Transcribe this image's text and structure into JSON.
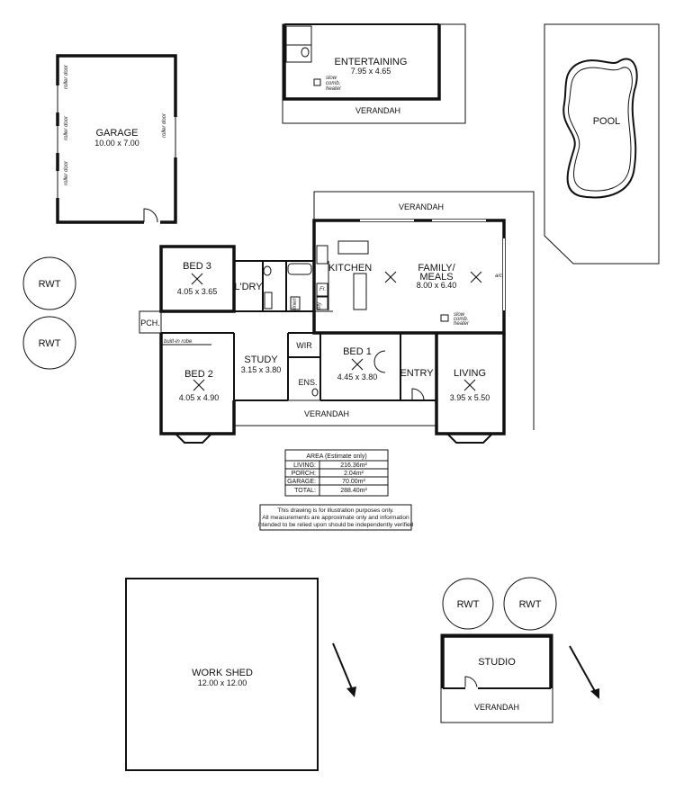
{
  "outbuildings": {
    "garage": {
      "label": "GARAGE",
      "dims": "10.00 x 7.00",
      "door_left_1": "roller door",
      "door_left_2": "roller door",
      "door_left_3": "roller door",
      "door_right": "roller door"
    },
    "entertaining": {
      "label": "ENTERTAINING",
      "dims": "7.95 x 4.65",
      "heater": "slow comb. heater",
      "verandah": "VERANDAH"
    },
    "pool": {
      "label": "POOL"
    },
    "work_shed": {
      "label": "WORK SHED",
      "dims": "12.00 x 12.00"
    },
    "studio": {
      "label": "STUDIO",
      "verandah": "VERANDAH"
    }
  },
  "tanks": {
    "rwt_1": "RWT",
    "rwt_2": "RWT",
    "rwt_3": "RWT",
    "rwt_4": "RWT"
  },
  "house": {
    "verandah_top": "VERANDAH",
    "verandah_bottom": "VERANDAH",
    "bed3": {
      "label": "BED 3",
      "dims": "4.05 x 3.65"
    },
    "ldry": {
      "label": "L'DRY"
    },
    "kitchen": {
      "label": "KITCHEN"
    },
    "family": {
      "label_1": "FAMILY/",
      "label_2": "MEALS",
      "dims": "8.00 x 6.40",
      "alt": "a/c",
      "heater": "slow comb. heater"
    },
    "pantry": "pty",
    "fridge": "Fr.",
    "linen": "linen",
    "porch": "PCH.",
    "builtin_robe": "built-in robe",
    "bed2": {
      "label": "BED 2",
      "dims": "4.05 x 4.90"
    },
    "study": {
      "label": "STUDY",
      "dims": "3.15 x 3.80"
    },
    "wir": "WIR",
    "ens": "ENS.",
    "bed1": {
      "label": "BED 1",
      "dims": "4.45 x 3.80"
    },
    "entry": "ENTRY",
    "living": {
      "label": "LIVING",
      "dims": "3.95 x 5.50"
    }
  },
  "area_table": {
    "title": "AREA (Estimate only)",
    "rows": [
      {
        "label": "LIVING:",
        "value": "216.36m²"
      },
      {
        "label": "PORCH:",
        "value": "2.04m²"
      },
      {
        "label": "GARAGE:",
        "value": "70.00m²"
      },
      {
        "label": "TOTAL:",
        "value": "288.40m²"
      }
    ]
  },
  "disclaimer": {
    "line1": "This drawing is for illustration purposes only.",
    "line2": "All measurements are approximate only and information",
    "line3": "intended to be relied upon should be independently verified"
  }
}
